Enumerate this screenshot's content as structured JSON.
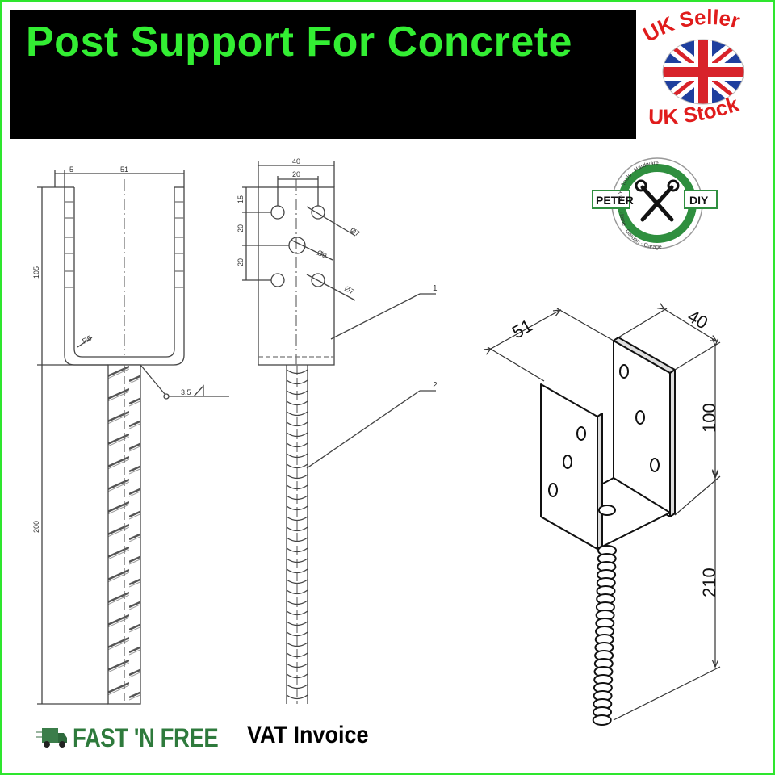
{
  "header": {
    "title": "Post Support For Concrete"
  },
  "badge": {
    "top_text": "UK Seller",
    "bottom_text": "UK Stock",
    "flag_icon": "union-jack-flag"
  },
  "logo": {
    "left_text": "PETER",
    "right_text": "DIY",
    "arc_top": "DIY · Tools · Hardware",
    "arc_bottom": "Home · Garden · Garage",
    "icon": "crossed-wrenches-icon"
  },
  "front_view": {
    "dim_flange": "5",
    "dim_width": "51",
    "dim_height": "105",
    "dim_rod": "200",
    "radius": "R5",
    "weld": "3,5"
  },
  "side_view": {
    "dim_width": "40",
    "dim_hole_spacing": "20",
    "dim_top": "15",
    "dim_gap1": "20",
    "dim_gap2": "20",
    "hole_small_1": "Ø7",
    "hole_large": "Ø9",
    "hole_small_2": "Ø7",
    "callout_1": "1",
    "callout_2": "2"
  },
  "iso_view": {
    "dim_width": "51",
    "dim_depth": "40",
    "dim_height": "100",
    "dim_rod": "210"
  },
  "footer": {
    "shipping_label": "FAST 'N FREE",
    "shipping_icon": "delivery-truck-icon",
    "invoice_label": "VAT Invoice"
  },
  "colors": {
    "accent_green": "#33ee33",
    "frame_green": "#2ee62e",
    "banner_bg": "#000000",
    "badge_red": "#e01c1c",
    "logo_green": "#2f8f3f"
  }
}
